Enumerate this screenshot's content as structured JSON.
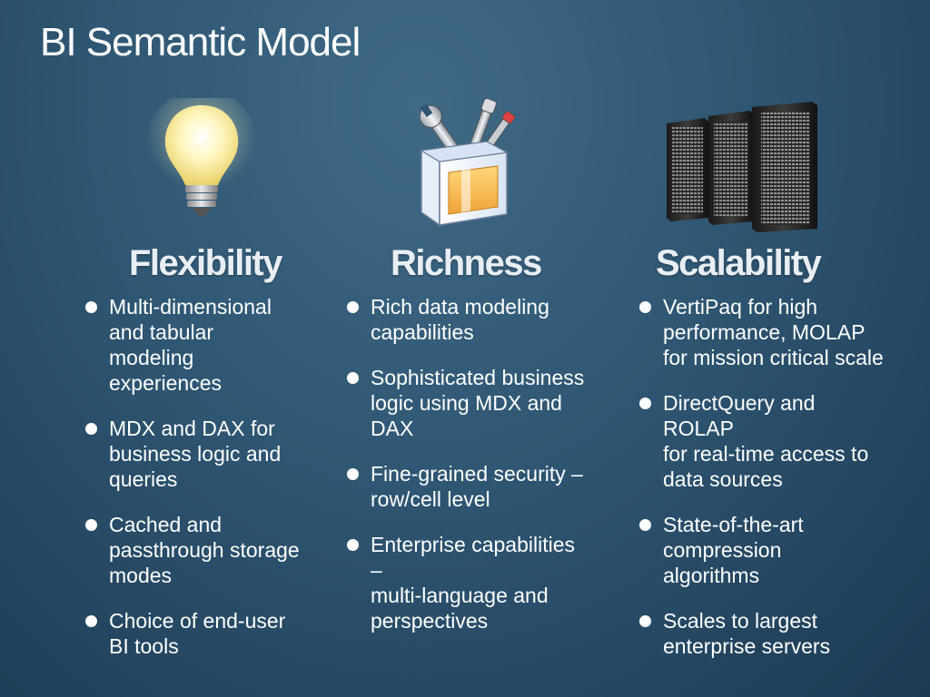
{
  "slide": {
    "title": "BI Semantic Model"
  },
  "columns": [
    {
      "heading": "Flexibility",
      "icon": "light-bulb-icon",
      "bullets": [
        "Multi-dimensional\nand tabular\nmodeling\nexperiences",
        "MDX and DAX for\nbusiness logic and\nqueries",
        "Cached and\npassthrough storage\nmodes",
        "Choice of end-user\nBI tools"
      ]
    },
    {
      "heading": "Richness",
      "icon": "toolbox-icon",
      "bullets": [
        "Rich data modeling\ncapabilities",
        "Sophisticated business\nlogic using MDX and\nDAX",
        "Fine-grained security –\nrow/cell level",
        "Enterprise capabilities\n–\nmulti-language and\nperspectives"
      ]
    },
    {
      "heading": "Scalability",
      "icon": "server-rack-icon",
      "bullets": [
        "VertiPaq for high\nperformance, MOLAP\nfor mission critical scale",
        "DirectQuery and\nROLAP\nfor real-time access to\ndata sources",
        "State-of-the-art\ncompression\nalgorithms",
        "Scales to largest\nenterprise servers"
      ]
    }
  ]
}
